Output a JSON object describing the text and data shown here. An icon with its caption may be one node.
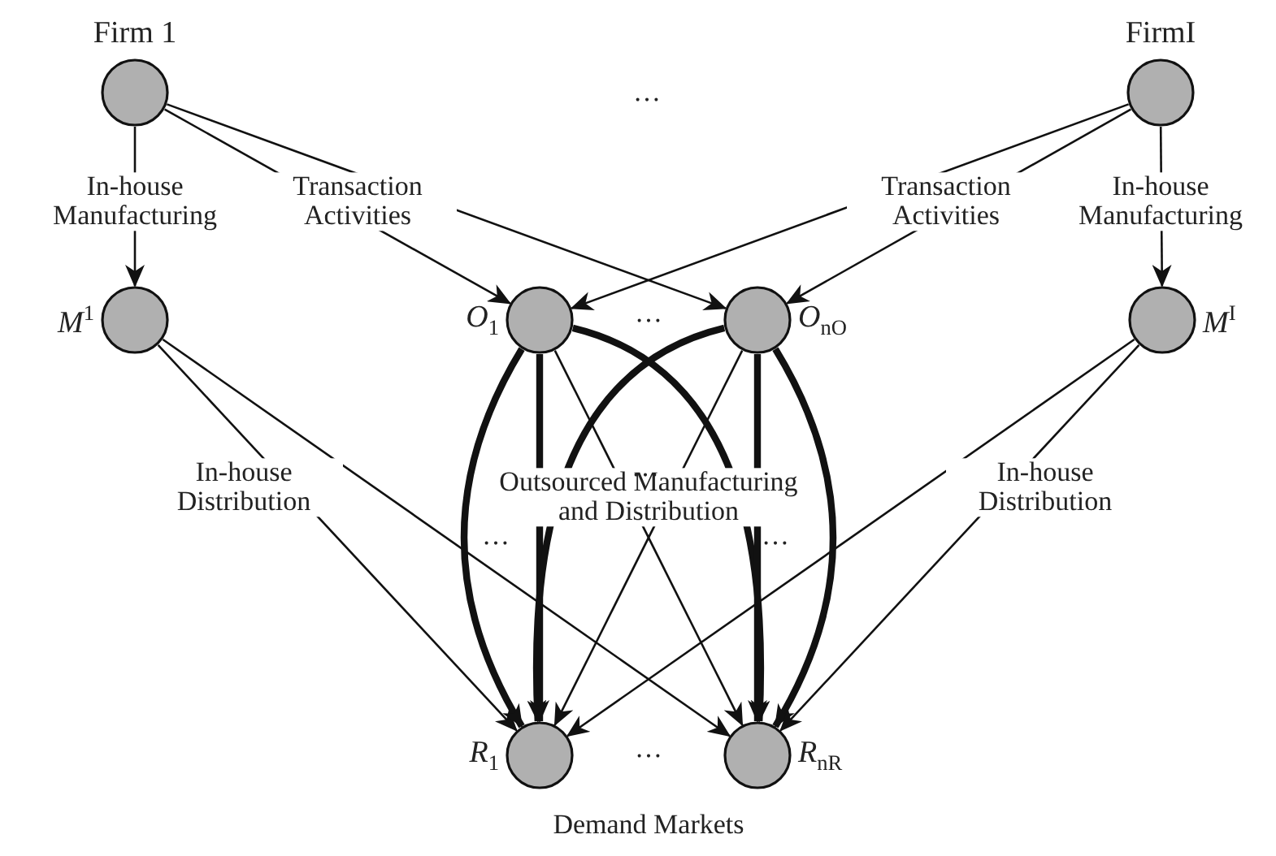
{
  "diagram": {
    "nodes": [
      {
        "text": [],
        "shape": "circle",
        "beside": [
          "Firm 1"
        ]
      },
      {
        "text": [],
        "shape": "circle",
        "beside": [
          "FirmI"
        ]
      },
      {
        "text": [],
        "shape": "circle",
        "beside": [
          "*M*$^{1}$"
        ]
      },
      {
        "text": [],
        "shape": "circle",
        "beside": [
          "*O*$_{1}$"
        ]
      },
      {
        "text": [],
        "shape": "circle",
        "beside": [
          "*O*$_{nO}$"
        ]
      },
      {
        "text": [],
        "shape": "circle",
        "beside": [
          "*M*$^{I}$"
        ]
      },
      {
        "text": [],
        "shape": "circle",
        "beside": [
          "*R*$_{1}$"
        ]
      },
      {
        "text": [],
        "shape": "circle",
        "beside": [
          "*R*$_{nR}$"
        ]
      }
    ],
    "edges": [
      {
        "from": 0,
        "to": 2,
        "arrow": "to",
        "label": "In-house Manufacturing"
      },
      {
        "from": 0,
        "to": 3,
        "arrow": "to",
        "label": "Transaction Activities"
      },
      {
        "from": 0,
        "to": 4,
        "arrow": "to"
      },
      {
        "from": 1,
        "to": 3,
        "arrow": "to"
      },
      {
        "from": 1,
        "to": 4,
        "arrow": "to",
        "label": "Transaction Activities"
      },
      {
        "from": 1,
        "to": 5,
        "arrow": "to",
        "label": "In-house Manufacturing"
      },
      {
        "from": 2,
        "to": 6,
        "arrow": "to",
        "label": "In-house Distribution"
      },
      {
        "from": 2,
        "to": 7,
        "arrow": "to"
      },
      {
        "from": 3,
        "to": 6,
        "arrow": "to",
        "style": "thick"
      },
      {
        "from": 3,
        "to": 6,
        "arrow": "to",
        "style": "thick"
      },
      {
        "from": 3,
        "to": 7,
        "arrow": "to"
      },
      {
        "from": 3,
        "to": 7,
        "arrow": "to",
        "style": "thick"
      },
      {
        "from": 4,
        "to": 6,
        "arrow": "to"
      },
      {
        "from": 4,
        "to": 6,
        "arrow": "to",
        "style": "thick"
      },
      {
        "from": 4,
        "to": 7,
        "arrow": "to",
        "style": "thick"
      },
      {
        "from": 4,
        "to": 7,
        "arrow": "to",
        "style": "thick"
      },
      {
        "from": 5,
        "to": 6,
        "arrow": "to"
      },
      {
        "from": 5,
        "to": 7,
        "arrow": "to",
        "label": "In-house Distribution"
      }
    ],
    "labels": [
      "…",
      "…",
      "Outsourced Manufacturing and Distribution",
      "…",
      "…",
      "…",
      "…",
      "Demand Markets"
    ]
  }
}
